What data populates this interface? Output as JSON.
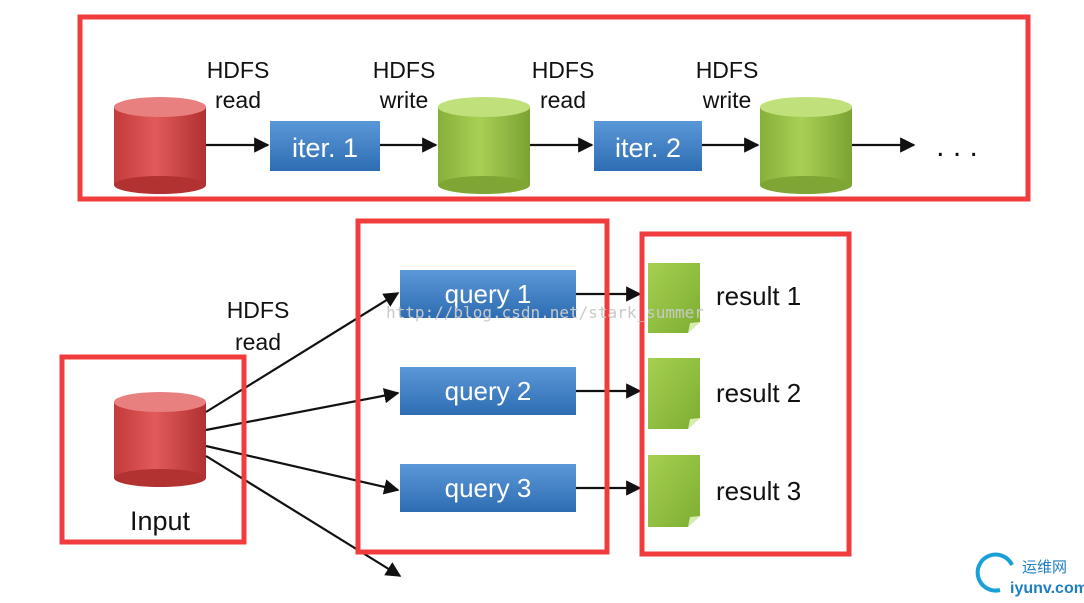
{
  "iterative_pipeline": {
    "labels": [
      {
        "line1": "HDFS",
        "line2": "read"
      },
      {
        "line1": "HDFS",
        "line2": "write"
      },
      {
        "line1": "HDFS",
        "line2": "read"
      },
      {
        "line1": "HDFS",
        "line2": "write"
      }
    ],
    "steps": [
      "iter. 1",
      "iter. 2"
    ],
    "ellipsis": ". . ."
  },
  "query_pipeline": {
    "input_label": "Input",
    "read_label": {
      "line1": "HDFS",
      "line2": "read"
    },
    "queries": [
      "query 1",
      "query 2",
      "query 3"
    ],
    "results": [
      "result 1",
      "result 2",
      "result 3"
    ]
  },
  "watermark": "http://blog.csdn.net/stark_summer",
  "logo": {
    "text_cn": "运维网",
    "text": "iyunv.com"
  },
  "colors": {
    "highlight_border": "#f03c3c",
    "red_cylinder": "#d94a4a",
    "green_cylinder": "#9cc24a",
    "step_box": "#3f7fc4",
    "result_doc": "#8cbf3f"
  }
}
